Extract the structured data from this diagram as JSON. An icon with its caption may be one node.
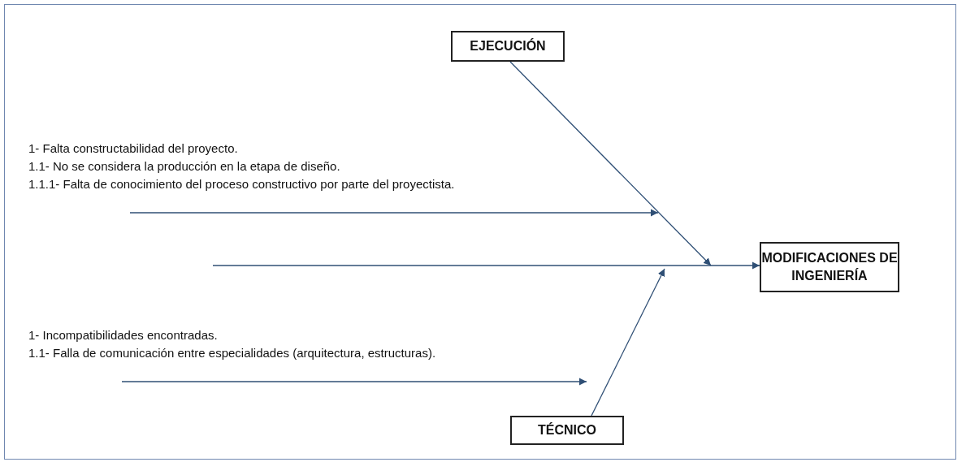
{
  "diagram": {
    "nodes": [
      {
        "text": [
          "EJECUCIÓN"
        ]
      },
      {
        "text": [
          "MODIFICACIONES DE INGENIERÍA"
        ]
      },
      {
        "text": [
          "TÉCNICO"
        ]
      },
      {
        "text": [
          "1- Falta constructabilidad del proyecto.",
          "1.1- No se considera la producción en la etapa de diseño.",
          "1.1.1- Falta de conocimiento del proceso constructivo por parte del proyectista."
        ]
      },
      {
        "text": [
          "1- Incompatibilidades encontradas.",
          "1.1- Falla de comunicación entre especialidades (arquitectura, estructuras)."
        ]
      }
    ],
    "edges": [
      {
        "from": null,
        "to": 1,
        "arrow": "to"
      },
      {
        "from": 0,
        "to": null,
        "arrow": "to"
      },
      {
        "from": 2,
        "to": null,
        "arrow": "to"
      },
      {
        "from": 3,
        "to": null,
        "arrow": "to"
      },
      {
        "from": 4,
        "to": null,
        "arrow": "to"
      }
    ]
  }
}
